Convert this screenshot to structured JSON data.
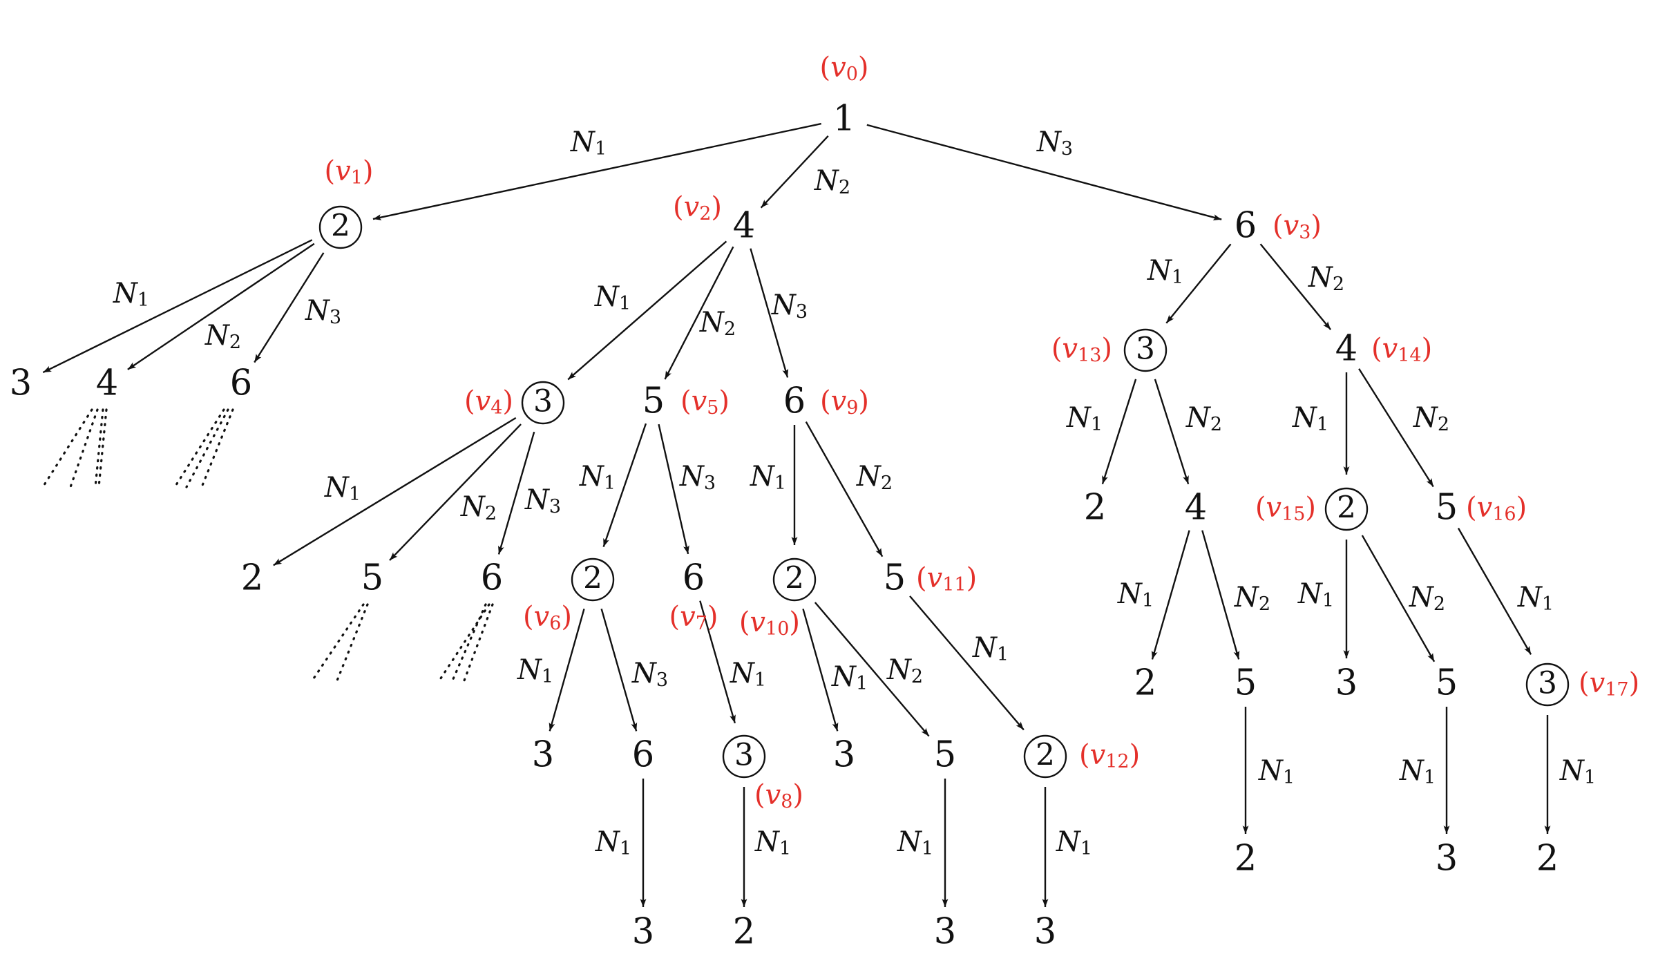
{
  "colors": {
    "ink": "#111111",
    "highlight": "#e4302a"
  },
  "labels": {
    "v0": "v0",
    "v1": "v1",
    "v2": "v2",
    "v3": "v3",
    "v4": "v4",
    "v5": "v5",
    "v6": "v6",
    "v7": "v7",
    "v8": "v8",
    "v9": "v9",
    "v10": "v10",
    "v11": "v11",
    "v12": "v12",
    "v13": "v13",
    "v14": "v14",
    "v15": "v15",
    "v16": "v16",
    "v17": "v17"
  },
  "nodes": [
    {
      "id": "n_v0",
      "value": "1",
      "circled": false,
      "label": "v0"
    },
    {
      "id": "n_v1",
      "value": "2",
      "circled": true,
      "label": "v1"
    },
    {
      "id": "n_v2",
      "value": "4",
      "circled": false,
      "label": "v2"
    },
    {
      "id": "n_v3",
      "value": "6",
      "circled": false,
      "label": "v3"
    },
    {
      "id": "a3",
      "value": "3",
      "circled": false
    },
    {
      "id": "a4",
      "value": "4",
      "circled": false
    },
    {
      "id": "a6",
      "value": "6",
      "circled": false
    },
    {
      "id": "n_v4",
      "value": "3",
      "circled": true,
      "label": "v4"
    },
    {
      "id": "n_v5",
      "value": "5",
      "circled": false,
      "label": "v5"
    },
    {
      "id": "n_v9",
      "value": "6",
      "circled": false,
      "label": "v9"
    },
    {
      "id": "b2",
      "value": "2",
      "circled": false
    },
    {
      "id": "b5",
      "value": "5",
      "circled": false
    },
    {
      "id": "b6",
      "value": "6",
      "circled": false
    },
    {
      "id": "n_v6",
      "value": "2",
      "circled": true,
      "label": "v6"
    },
    {
      "id": "n_v7",
      "value": "6",
      "circled": false,
      "label": "v7"
    },
    {
      "id": "n_v10",
      "value": "2",
      "circled": true,
      "label": "v10"
    },
    {
      "id": "n_v11",
      "value": "5",
      "circled": false,
      "label": "v11"
    },
    {
      "id": "c3",
      "value": "3",
      "circled": false
    },
    {
      "id": "c6",
      "value": "6",
      "circled": false
    },
    {
      "id": "n_v8",
      "value": "3",
      "circled": true,
      "label": "v8"
    },
    {
      "id": "c3b",
      "value": "3",
      "circled": false
    },
    {
      "id": "c5",
      "value": "5",
      "circled": false
    },
    {
      "id": "n_v12",
      "value": "2",
      "circled": true,
      "label": "v12"
    },
    {
      "id": "d3",
      "value": "3",
      "circled": false
    },
    {
      "id": "d2",
      "value": "2",
      "circled": false
    },
    {
      "id": "d3b",
      "value": "3",
      "circled": false
    },
    {
      "id": "d3c",
      "value": "3",
      "circled": false
    },
    {
      "id": "n_v13",
      "value": "3",
      "circled": true,
      "label": "v13"
    },
    {
      "id": "n_v14",
      "value": "4",
      "circled": false,
      "label": "v14"
    },
    {
      "id": "e2",
      "value": "2",
      "circled": false
    },
    {
      "id": "e4",
      "value": "4",
      "circled": false
    },
    {
      "id": "n_v15",
      "value": "2",
      "circled": true,
      "label": "v15"
    },
    {
      "id": "n_v16",
      "value": "5",
      "circled": false,
      "label": "v16"
    },
    {
      "id": "f2",
      "value": "2",
      "circled": false
    },
    {
      "id": "f5",
      "value": "5",
      "circled": false
    },
    {
      "id": "f3",
      "value": "3",
      "circled": false
    },
    {
      "id": "f5b",
      "value": "5",
      "circled": false
    },
    {
      "id": "n_v17",
      "value": "3",
      "circled": true,
      "label": "v17"
    },
    {
      "id": "g2",
      "value": "2",
      "circled": false
    },
    {
      "id": "g3",
      "value": "3",
      "circled": false
    },
    {
      "id": "g2b",
      "value": "2",
      "circled": false
    }
  ],
  "edges": [
    {
      "from": "n_v0",
      "to": "n_v1",
      "label": "N1"
    },
    {
      "from": "n_v0",
      "to": "n_v2",
      "label": "N2"
    },
    {
      "from": "n_v0",
      "to": "n_v3",
      "label": "N3"
    },
    {
      "from": "n_v1",
      "to": "a3",
      "label": "N1"
    },
    {
      "from": "n_v1",
      "to": "a4",
      "label": "N2"
    },
    {
      "from": "n_v1",
      "to": "a6",
      "label": "N3"
    },
    {
      "from": "n_v2",
      "to": "n_v4",
      "label": "N1"
    },
    {
      "from": "n_v2",
      "to": "n_v5",
      "label": "N2"
    },
    {
      "from": "n_v2",
      "to": "n_v9",
      "label": "N3"
    },
    {
      "from": "n_v4",
      "to": "b2",
      "label": "N1"
    },
    {
      "from": "n_v4",
      "to": "b5",
      "label": "N2"
    },
    {
      "from": "n_v4",
      "to": "b6",
      "label": "N3"
    },
    {
      "from": "n_v5",
      "to": "n_v6",
      "label": "N1"
    },
    {
      "from": "n_v5",
      "to": "n_v7",
      "label": "N3"
    },
    {
      "from": "n_v9",
      "to": "n_v10",
      "label": "N1"
    },
    {
      "from": "n_v9",
      "to": "n_v11",
      "label": "N2"
    },
    {
      "from": "n_v6",
      "to": "c3",
      "label": "N1"
    },
    {
      "from": "n_v6",
      "to": "c6",
      "label": "N3"
    },
    {
      "from": "n_v7",
      "to": "n_v8",
      "label": "N1"
    },
    {
      "from": "n_v10",
      "to": "c3b",
      "label": "N1"
    },
    {
      "from": "n_v10",
      "to": "c5",
      "label": "N2"
    },
    {
      "from": "n_v11",
      "to": "n_v12",
      "label": "N1"
    },
    {
      "from": "c6",
      "to": "d3",
      "label": "N1"
    },
    {
      "from": "n_v8",
      "to": "d2",
      "label": "N1"
    },
    {
      "from": "c5",
      "to": "d3b",
      "label": "N1"
    },
    {
      "from": "n_v12",
      "to": "d3c",
      "label": "N1"
    },
    {
      "from": "n_v3",
      "to": "n_v13",
      "label": "N1"
    },
    {
      "from": "n_v3",
      "to": "n_v14",
      "label": "N2"
    },
    {
      "from": "n_v13",
      "to": "e2",
      "label": "N1"
    },
    {
      "from": "n_v13",
      "to": "e4",
      "label": "N2"
    },
    {
      "from": "n_v14",
      "to": "n_v15",
      "label": "N1"
    },
    {
      "from": "n_v14",
      "to": "n_v16",
      "label": "N2"
    },
    {
      "from": "e4",
      "to": "f2",
      "label": "N1"
    },
    {
      "from": "e4",
      "to": "f5",
      "label": "N2"
    },
    {
      "from": "n_v15",
      "to": "f3",
      "label": "N1"
    },
    {
      "from": "n_v15",
      "to": "f5b",
      "label": "N2"
    },
    {
      "from": "n_v16",
      "to": "n_v17",
      "label": "N1"
    },
    {
      "from": "f5",
      "to": "g2",
      "label": "N1"
    },
    {
      "from": "f5b",
      "to": "g3",
      "label": "N1"
    },
    {
      "from": "n_v17",
      "to": "g2b",
      "label": "N1"
    }
  ]
}
